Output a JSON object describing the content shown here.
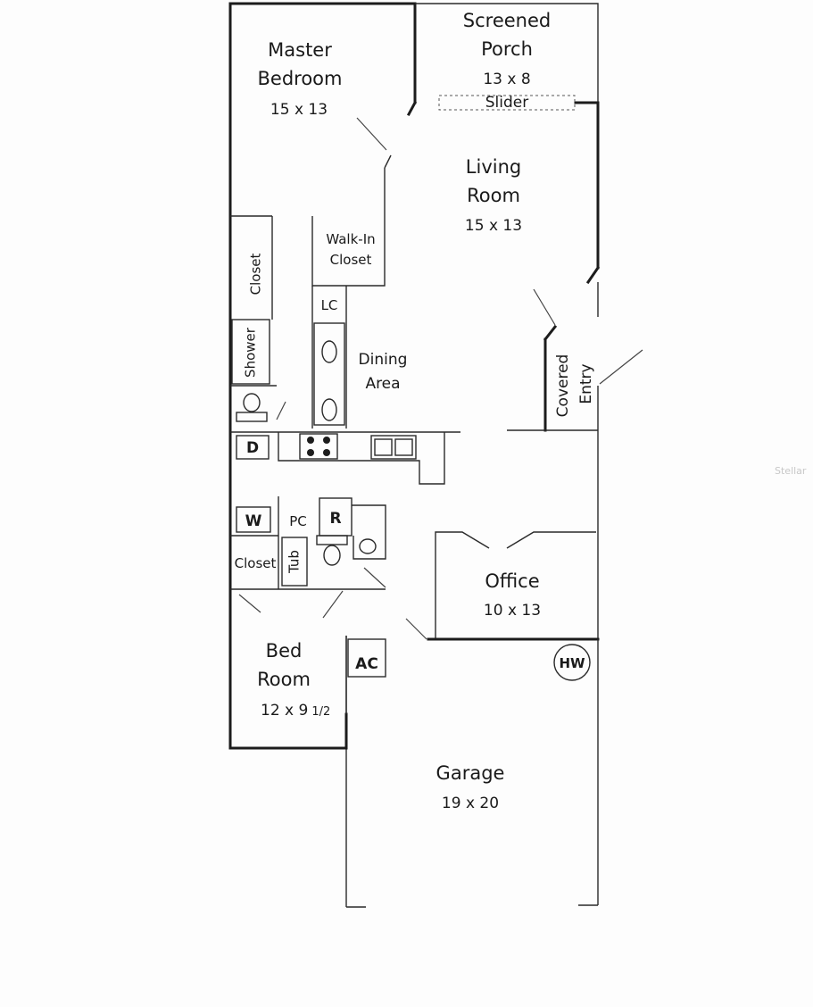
{
  "rooms": {
    "master": {
      "line1": "Master",
      "line2": "Bedroom",
      "dim": "15 x 13"
    },
    "porch": {
      "line1": "Screened",
      "line2": "Porch",
      "dim": "13 x 8"
    },
    "slider": "Slider",
    "living": {
      "line1": "Living",
      "line2": "Room",
      "dim": "15 x 13"
    },
    "walkin": {
      "line1": "Walk-In",
      "line2": "Closet"
    },
    "closet_master": "Closet",
    "lc": "LC",
    "shower": "Shower",
    "dining": {
      "line1": "Dining",
      "line2": "Area"
    },
    "covered_entry": {
      "line1": "Covered",
      "line2": "Entry"
    },
    "dishwasher": "D",
    "washer": "W",
    "pc": "PC",
    "refrigerator": "R",
    "closet_bed": "Closet",
    "tub": "Tub",
    "office": {
      "line1": "Office",
      "dim": "10 x 13"
    },
    "bed": {
      "line1": "Bed",
      "line2": "Room",
      "dim_main": "12 x 9",
      "dim_frac": "1/2"
    },
    "ac": "AC",
    "hw": "HW",
    "garage": {
      "line1": "Garage",
      "dim": "19 x 20"
    }
  },
  "watermark": "Stellar",
  "colors": {
    "ink": "#1c1c1c",
    "paper": "#fdfdfd"
  }
}
